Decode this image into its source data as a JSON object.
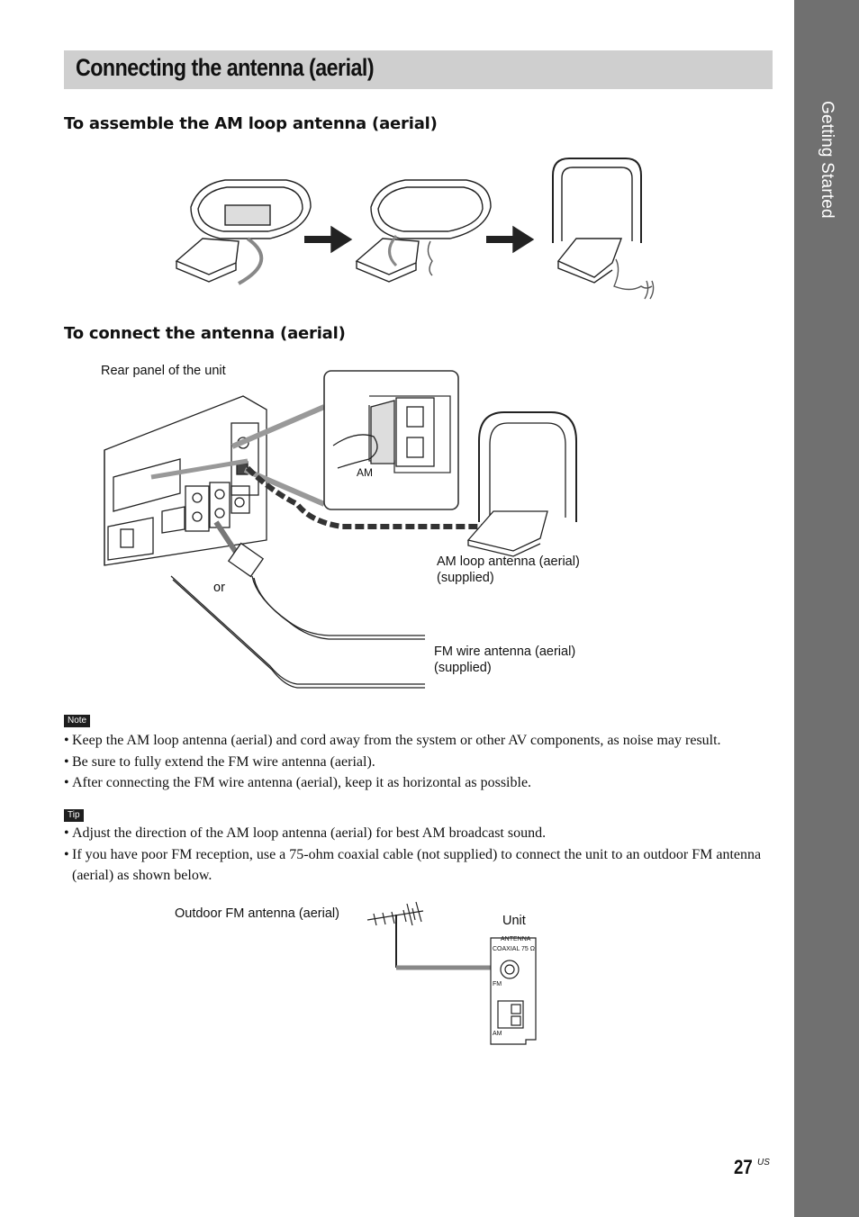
{
  "side_tab": "Getting Started",
  "title": "Connecting the antenna (aerial)",
  "section1": {
    "heading": "To assemble the AM loop antenna (aerial)"
  },
  "section2": {
    "heading": "To connect the antenna (aerial)",
    "labels": {
      "rear_panel": "Rear panel of the unit",
      "am": "AM",
      "or": "or",
      "am_loop_line1": "AM loop antenna (aerial)",
      "am_loop_line2": "(supplied)",
      "fm_wire_line1": "FM wire antenna (aerial)",
      "fm_wire_line2": "(supplied)"
    }
  },
  "note": {
    "tag": "Note",
    "items": [
      "Keep the AM loop antenna (aerial) and cord away from the system or other AV components, as noise may result.",
      "Be sure to fully extend the FM wire antenna (aerial).",
      "After connecting the FM wire antenna (aerial), keep it as horizontal as possible."
    ]
  },
  "tip": {
    "tag": "Tip",
    "items": [
      "Adjust the direction of the AM loop antenna (aerial) for best AM broadcast sound.",
      "If you have poor FM reception, use a 75-ohm coaxial cable (not supplied) to connect the unit to an outdoor FM antenna (aerial) as shown below."
    ]
  },
  "outdoor_diagram": {
    "outdoor_label": "Outdoor FM antenna (aerial)",
    "unit_label": "Unit",
    "panel_title": "ANTENNA",
    "coaxial": "COAXIAL 75 Ω",
    "fm": "FM",
    "am": "AM"
  },
  "page": {
    "number": "27",
    "suffix": "US"
  }
}
